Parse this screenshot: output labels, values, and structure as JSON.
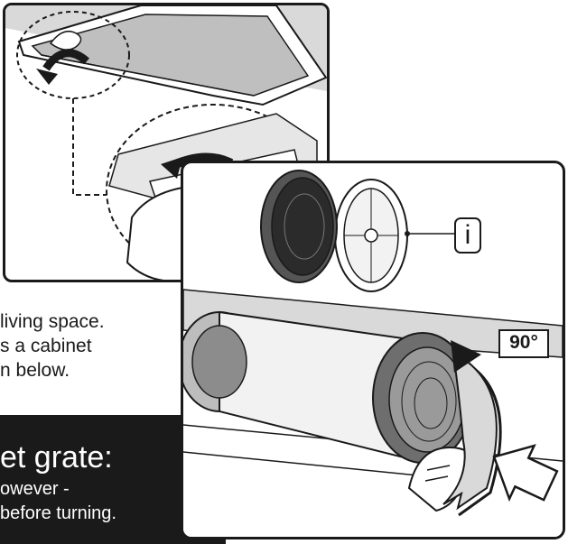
{
  "text_lines": [
    "living space.",
    "s a cabinet",
    "n below."
  ],
  "dark_box": {
    "heading": "et grate:",
    "line1": "owever -",
    "line2": "before turning."
  },
  "info_label": "i",
  "angle_label": "90°",
  "colors": {
    "ink": "#1a1a1a",
    "paper": "#ffffff",
    "shade": "#d9d9d9",
    "dark_shade": "#6e6e6e"
  }
}
